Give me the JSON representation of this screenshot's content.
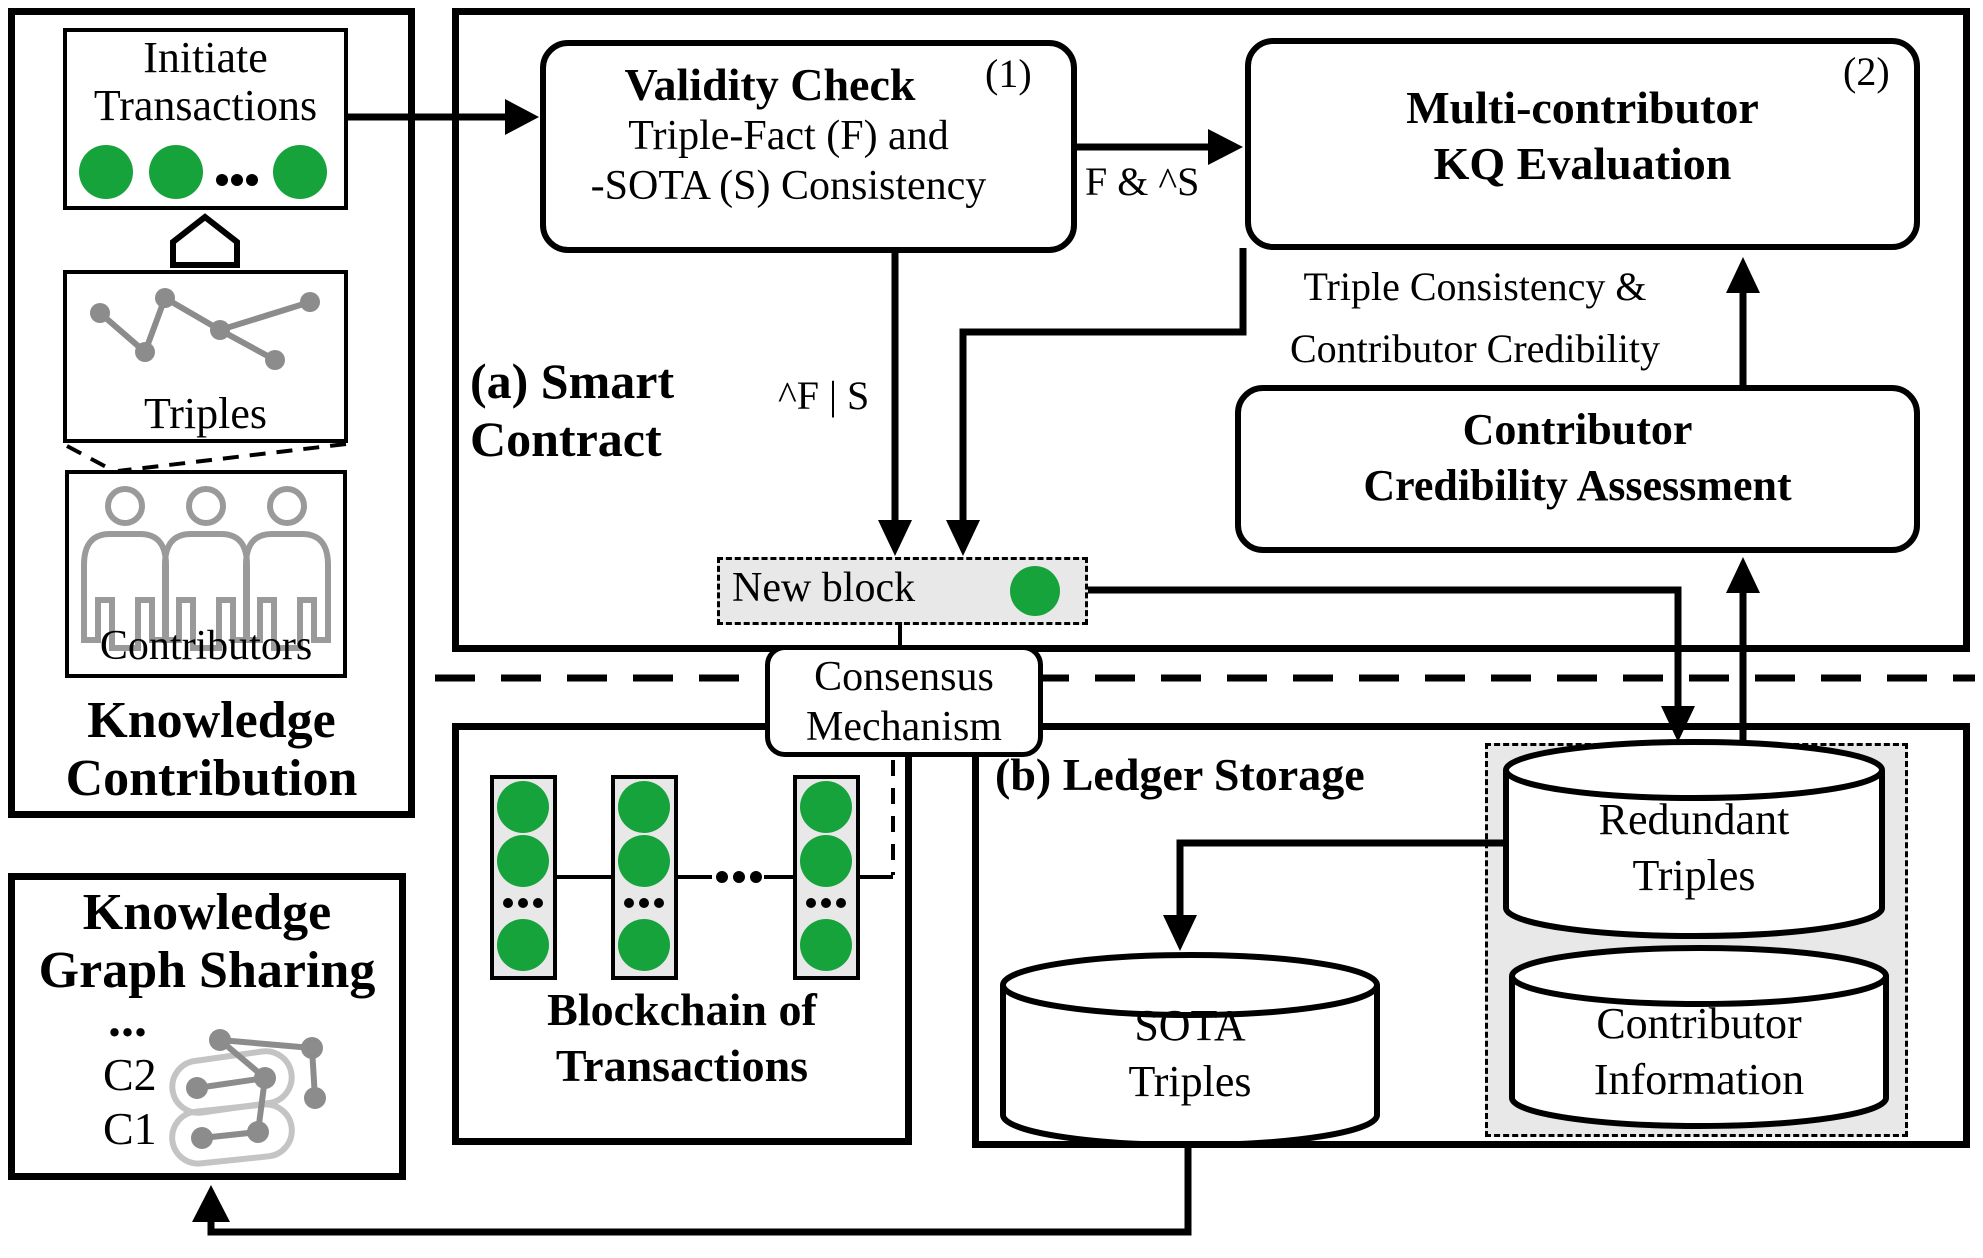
{
  "colors": {
    "green": "#17a33c",
    "node_gray": "#8c8c8c",
    "light_gray": "#e8e8e8",
    "blob_gray": "#c4c4c4",
    "person_gray": "#9a9a9a"
  },
  "knowledge_contribution": {
    "initiate_line1": "Initiate",
    "initiate_line2": "Transactions",
    "triples_label": "Triples",
    "contributors_label": "Contributors",
    "title_line1": "Knowledge",
    "title_line2": "Contribution"
  },
  "kg_sharing": {
    "title_line1": "Knowledge",
    "title_line2": "Graph Sharing",
    "ellipsis": "...",
    "cluster2_label": "C2",
    "cluster1_label": "C1"
  },
  "smart_contract": {
    "section_line1": "(a) Smart",
    "section_line2": "Contract",
    "validity": {
      "title": "Validity Check",
      "marker": "(1)",
      "line1": "Triple-Fact (F) and",
      "line2": "-SOTA (S) Consistency"
    },
    "multi": {
      "title_line1": "Multi-contributor",
      "title_line2": "KQ Evaluation",
      "marker": "(2)"
    },
    "credibility": {
      "title_line1": "Contributor",
      "title_line2": "Credibility Assessment"
    },
    "edge_labels": {
      "fact_and_not_sota": "F & ^S",
      "not_fact_or_sota": "^F | S",
      "consistency_line1": "Triple Consistency &",
      "consistency_line2": "Contributor Credibility"
    },
    "new_block_label": "New block"
  },
  "consensus": {
    "line1": "Consensus",
    "line2": "Mechanism"
  },
  "blockchain": {
    "title_line1": "Blockchain of",
    "title_line2": "Transactions"
  },
  "ledger": {
    "section_label": "(b) Ledger Storage",
    "sota_line1": "SOTA",
    "sota_line2": "Triples",
    "redundant_line1": "Redundant",
    "redundant_line2": "Triples",
    "contrib_info_line1": "Contributor",
    "contrib_info_line2": "Information"
  }
}
